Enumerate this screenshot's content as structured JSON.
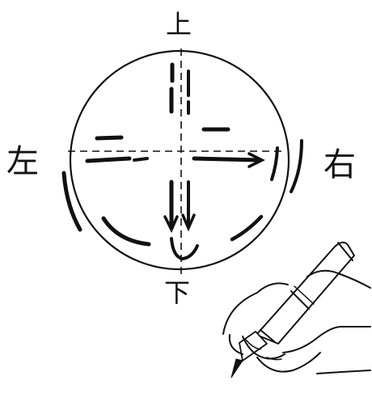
{
  "labels": {
    "top": "上",
    "bottom": "下",
    "left": "左",
    "right": "右"
  },
  "colors": {
    "ink": "#111111",
    "background": "#ffffff"
  }
}
